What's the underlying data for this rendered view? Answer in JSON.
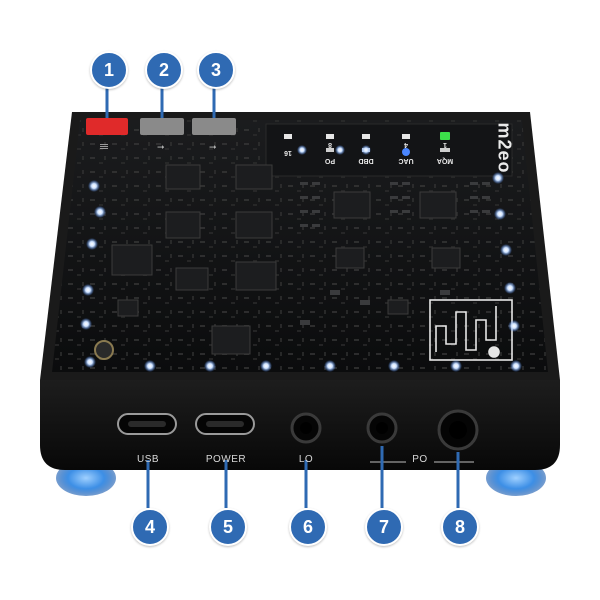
{
  "colors": {
    "badge": "#2f6ab3",
    "badge_border": "#ffffff",
    "button_red": "#e02a2a",
    "button_gray": "#8a8a8a",
    "led_blue": "#cfe3ff",
    "led_green": "#3ce04a",
    "case": "#141414",
    "pcb": "#0c0d0e",
    "foot": "#4a9bea"
  },
  "callouts": [
    {
      "number": "1",
      "target": "red-button"
    },
    {
      "number": "2",
      "target": "gray-button-left"
    },
    {
      "number": "3",
      "target": "gray-button-right"
    },
    {
      "number": "4",
      "target": "usb-port"
    },
    {
      "number": "5",
      "target": "power-port"
    },
    {
      "number": "6",
      "target": "lo-jack"
    },
    {
      "number": "7",
      "target": "po-jack-small"
    },
    {
      "number": "8",
      "target": "po-jack-large"
    }
  ],
  "front_panel": {
    "usb_label": "USB",
    "power_label": "POWER",
    "lo_label": "LO",
    "po_label": "PO"
  },
  "top_panel": {
    "brand": "m2eo",
    "led_labels": [
      "16",
      "PO",
      "DBD",
      "UAC",
      "MQA"
    ],
    "led_sublabels": [
      "",
      "8",
      "",
      "4",
      "1"
    ]
  }
}
